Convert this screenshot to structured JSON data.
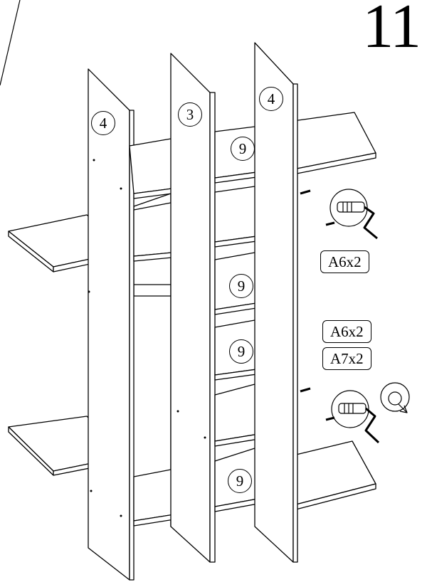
{
  "step_number": "11",
  "part_callouts": [
    {
      "id": "panel-left",
      "label": "4"
    },
    {
      "id": "panel-middle",
      "label": "3"
    },
    {
      "id": "panel-right",
      "label": "4"
    },
    {
      "id": "shelf-top",
      "label": "9"
    },
    {
      "id": "shelf-mid-upper",
      "label": "9"
    },
    {
      "id": "shelf-mid-lower",
      "label": "9"
    },
    {
      "id": "shelf-bottom",
      "label": "9"
    }
  ],
  "hardware_tags": [
    "A6x2",
    "A6x2",
    "A7x2"
  ],
  "icons": [
    "cam-lock-screwdriver-icon",
    "cam-lock-screwdriver-icon",
    "cam-dowel-icon"
  ]
}
